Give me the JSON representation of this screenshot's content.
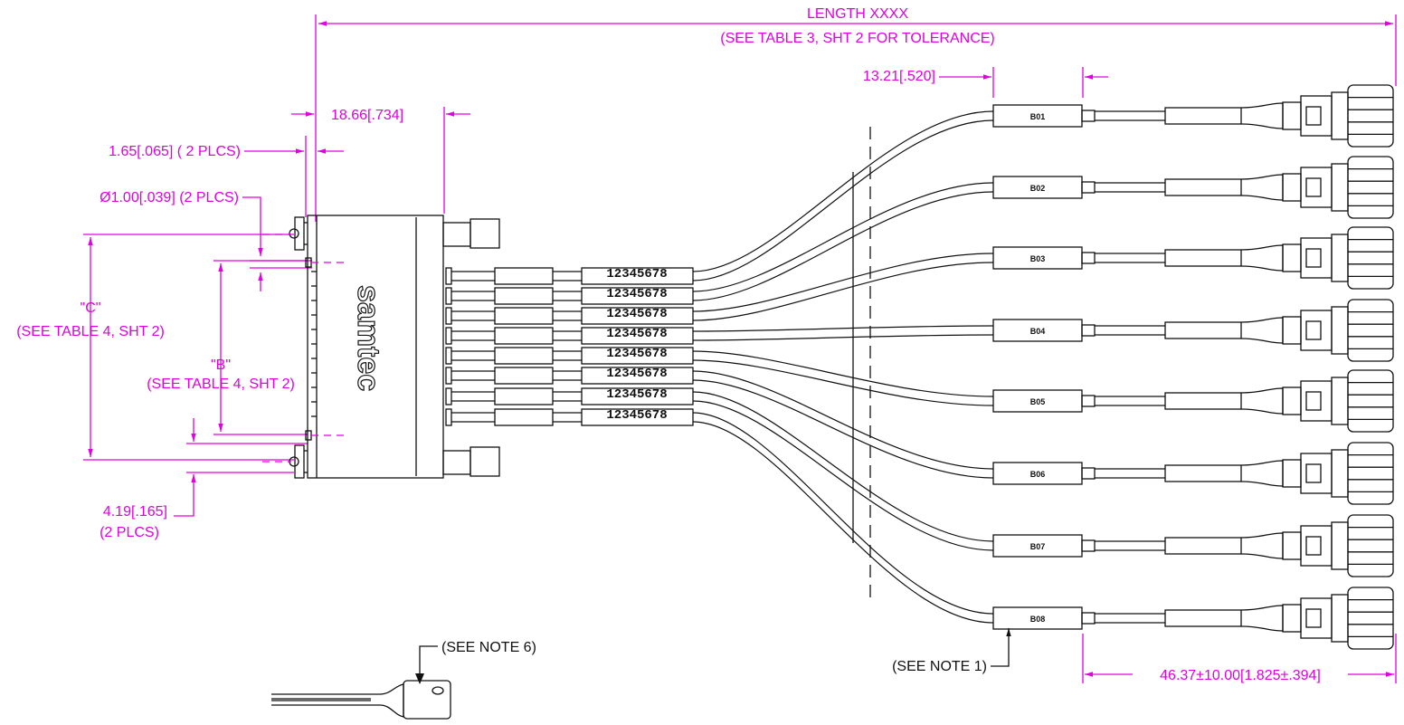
{
  "colors": {
    "dimension": "#e000e0",
    "line": "#111111"
  },
  "dimensions": {
    "length": "LENGTH XXXX",
    "length_tolerance": "(SEE TABLE 3, SHT 2 FOR TOLERANCE)",
    "label_offset": "13.21[.520]",
    "body_depth": "18.66[.734]",
    "flange": "1.65[.065]  ( 2 PLCS)",
    "hole_diameter": "Ø1.00[.039]  (2 PLCS)",
    "c_label": "\"C\"",
    "c_ref": "(SEE TABLE 4, SHT 2)",
    "b_label": "\"B\"",
    "b_ref": "(SEE TABLE 4, SHT 2)",
    "edge_offset": "4.19[.165]",
    "edge_offset_qty": "(2 PLCS)",
    "connector_length": "46.37±10.00[1.825±.394]"
  },
  "notes": {
    "note1": "(SEE NOTE 1)",
    "note6": "(SEE NOTE 6)"
  },
  "logo": "samtec",
  "marker_text": "12345678",
  "cable_labels": [
    "B01",
    "B02",
    "B03",
    "B04",
    "B05",
    "B06",
    "B07",
    "B08"
  ]
}
